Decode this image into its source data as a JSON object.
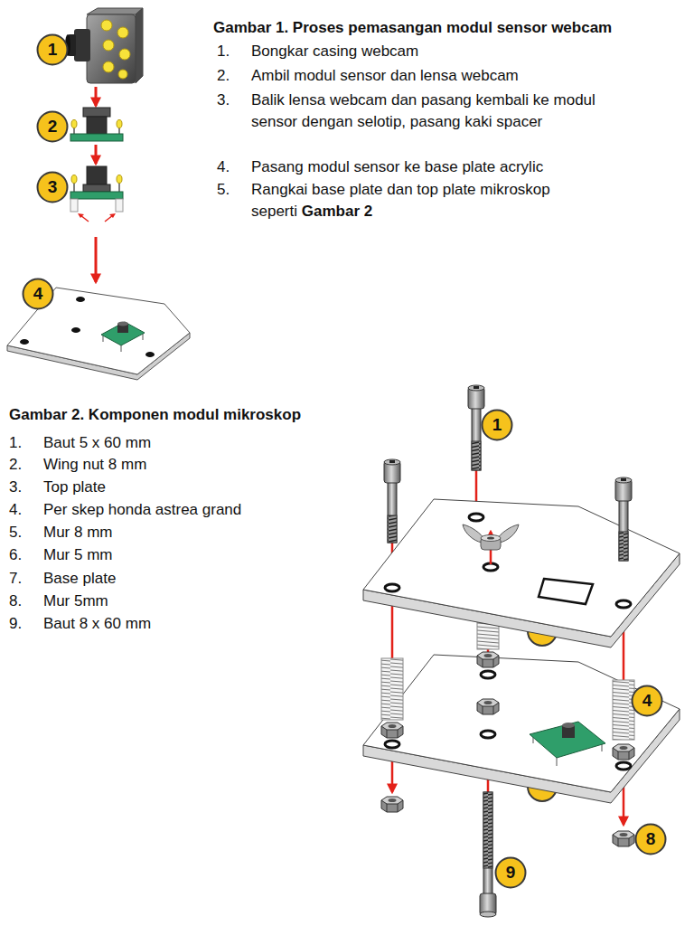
{
  "diagram": {
    "nodes": [
      {
        "text": [
          "1"
        ]
      },
      {
        "text": [
          "2"
        ]
      },
      {
        "text": [
          "3"
        ]
      },
      {
        "text": [
          "4"
        ]
      },
      {
        "text": [
          "1"
        ]
      },
      {
        "text": [
          "4"
        ]
      },
      {
        "text": [
          "8"
        ]
      },
      {
        "text": [
          "9"
        ]
      }
    ],
    "labels": [
      "Gambar 1. Proses pemasangan modul sensor webcam",
      "1.",
      "Bongkar casing webcam",
      "2.",
      "Ambil modul sensor dan lensa webcam",
      "3.",
      "Balik lensa webcam dan pasang kembali ke modul sensor dengan selotip, pasang kaki spacer",
      "4.",
      "Pasang modul sensor ke base plate acrylic",
      "5.",
      "Rangkai base plate dan top plate mikroskop seperti",
      "Gambar 2",
      "Gambar 2. Komponen modul mikroskop",
      "1.",
      "Baut 5 x 60 mm",
      "2.",
      "Wing nut 8 mm",
      "3.",
      "Top plate",
      "4.",
      "Per skep honda astrea grand",
      "5.",
      "Mur 8 mm",
      "6.",
      "Mur 5 mm",
      "7.",
      "Base plate",
      "8.",
      "Mur 5mm",
      "9.",
      "Baut 8 x 60 mm"
    ]
  }
}
